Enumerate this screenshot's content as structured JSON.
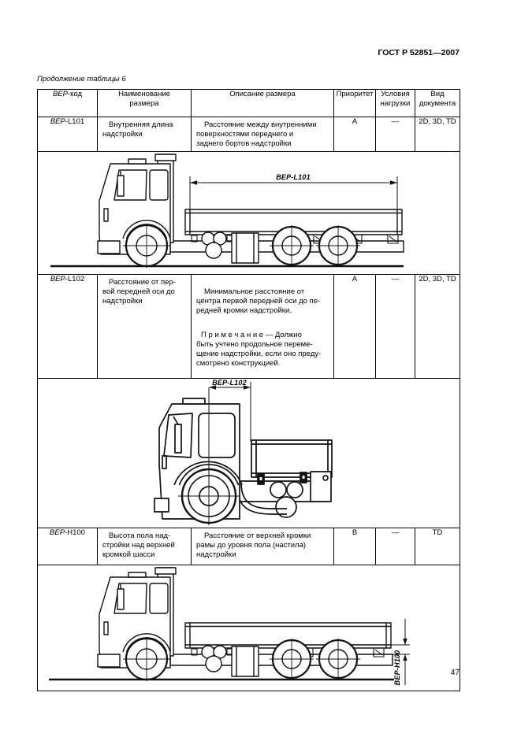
{
  "page": {
    "doc_number": "ГОСТ Р 52851—2007",
    "table_caption": "Продолжение таблицы 6",
    "page_number": "47"
  },
  "table": {
    "col_headers": {
      "code_italic": "BEP",
      "code_rest": "-код",
      "name": "Наименование\nразмера",
      "description": "Описание размера",
      "priority": "Приоритет",
      "load": "Условия\nнагрузки",
      "doc_kind": "Вид\nдокумента"
    },
    "rows": [
      {
        "code_italic": "BEP",
        "code_rest": "-L101",
        "name": "Внутренняя длина\nнадстройки",
        "description": "Расстояние между внутренними\nповерхностями переднего и\nзаднего бортов надстройки",
        "priority": "A",
        "load": "—",
        "doc_kind": "2D, 3D, TD",
        "diagram_label": "BEP-L101"
      },
      {
        "code_italic": "BEP",
        "code_rest": "-L102",
        "name": "Расстояние от пер-\nвой передней оси до\nнадстройки",
        "description": "Минимальное расстояние от\nцентра первой передней оси до пе-\nредней кромки надстройки.",
        "note": "П р и м е ч а н и е — Должно\nбыть учтено продольное переме-\nщение надстройки, если оно преду-\nсмотрено конструкцией.",
        "priority": "A",
        "load": "—",
        "doc_kind": "2D, 3D, TD",
        "diagram_label": "BEP-L102"
      },
      {
        "code_italic": "BEP",
        "code_rest": "-H100",
        "name": "Высота пола над-\nстройки над верхней\nкромкой шасси",
        "description": "Расстояние от верхней кромки\nрамы до уровня пола (настила)\nнадстройки",
        "priority": "B",
        "load": "—",
        "doc_kind": "TD",
        "diagram_label": "BEP-H100"
      }
    ]
  }
}
